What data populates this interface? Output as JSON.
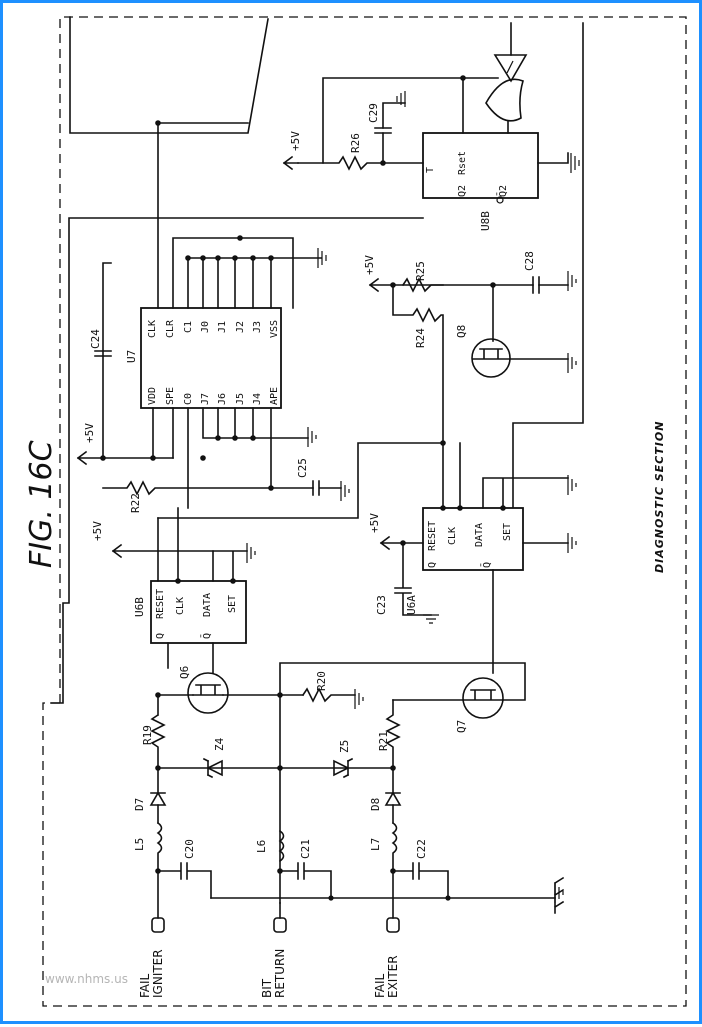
{
  "figure": {
    "title": "FIG. 16C",
    "section": "DIAGNOSTIC SECTION",
    "watermark": "www.nhms.us"
  },
  "supply_labels": [
    "+5V",
    "+5V",
    "+5V",
    "+5V",
    "+5V"
  ],
  "components": {
    "u7": {
      "name": "U7",
      "pins_top": [
        "CLK",
        "CLR",
        "C1",
        "J0",
        "J1",
        "J2",
        "J3",
        "VSS"
      ],
      "pins_bottom": [
        "VDD",
        "SPE",
        "C0",
        "J7",
        "J6",
        "J5",
        "J4",
        "APE"
      ]
    },
    "u6b": {
      "name": "U6B",
      "pins": [
        "RESET",
        "CLK",
        "DATA",
        "SET"
      ],
      "outputs": [
        "Q",
        "Q̄"
      ]
    },
    "u6a": {
      "name": "U6A",
      "pins": [
        "RESET",
        "CLK",
        "DATA",
        "SET"
      ],
      "outputs": [
        "Q",
        "Q̄"
      ]
    },
    "u8b": {
      "name": "U8B",
      "pins": [
        "T",
        "Rset"
      ],
      "outputs": [
        "Q2",
        "Q̄2"
      ]
    },
    "resistors": [
      "R19",
      "R20",
      "R21",
      "R22",
      "R24",
      "R25",
      "R26"
    ],
    "capacitors": [
      "C20",
      "C21",
      "C22",
      "C23",
      "C24",
      "C25",
      "C28",
      "C29"
    ],
    "transistors": [
      "Q6",
      "Q7",
      "Q8"
    ],
    "diodes": [
      "D7",
      "D8"
    ],
    "zeners": [
      "Z4",
      "Z5"
    ],
    "inductors": [
      "L5",
      "L6",
      "L7"
    ]
  },
  "terminals": [
    {
      "line1": "FAIL",
      "line2": "IGNITER"
    },
    {
      "line1": "BIT",
      "line2": "RETURN"
    },
    {
      "line1": "FAIL",
      "line2": "EXITER"
    }
  ]
}
